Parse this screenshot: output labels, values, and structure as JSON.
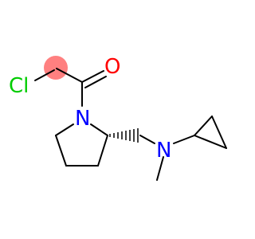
{
  "molecule": {
    "atoms": {
      "chlorine": {
        "label": "Cl",
        "color": "#00cc00"
      },
      "oxygen": {
        "label": "O",
        "color": "#ff0000"
      },
      "ring_nitrogen": {
        "label": "N",
        "color": "#0000ff"
      },
      "amine_nitrogen": {
        "label": "N",
        "color": "#0000ff"
      }
    },
    "highlight": {
      "color": "#ff8080"
    },
    "bond_color": "#000000"
  }
}
